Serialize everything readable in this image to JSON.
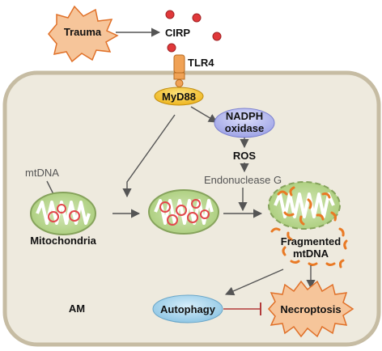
{
  "labels": {
    "trauma": "Trauma",
    "cirp": "CIRP",
    "tlr4": "TLR4",
    "myd88": "MyD88",
    "nadph_line1": "NADPH",
    "nadph_line2": "oxidase",
    "ros": "ROS",
    "endonuclease": "Endonuclease G",
    "mtdna": "mtDNA",
    "mitochondria": "Mitochondria",
    "fragmented_line1": "Fragmented",
    "fragmented_line2": "mtDNA",
    "autophagy": "Autophagy",
    "necroptosis": "Necroptosis",
    "am": "AM"
  },
  "colors": {
    "cell_fill": "#eeeade",
    "cell_border": "#c6bca3",
    "burst_fill": "#f6c59a",
    "burst_stroke": "#e07028",
    "cirp_dot": "#e0383a",
    "tlr4": "#f0a256",
    "myd88": "#f3c533",
    "nadph": "#b2b6ee",
    "autophagy": "#a8d6ee",
    "mito_fill": "#b7d68c",
    "mito_stroke": "#86a35c",
    "mtdna_ring": "#e2474b",
    "fragment": "#e97a25",
    "arrow": "#555555",
    "inhibit": "#b23a3a"
  }
}
